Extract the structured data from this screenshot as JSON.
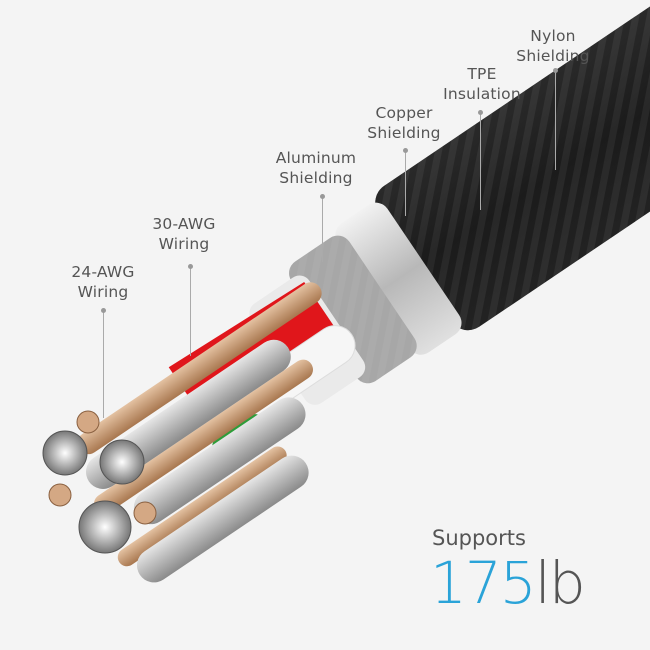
{
  "labels": [
    {
      "id": "nylon",
      "line1": "Nylon",
      "line2": "Shielding"
    },
    {
      "id": "tpe",
      "line1": "TPE",
      "line2": "Insulation"
    },
    {
      "id": "copper",
      "line1": "Copper",
      "line2": "Shielding"
    },
    {
      "id": "aluminum",
      "line1": "Aluminum",
      "line2": "Shielding"
    },
    {
      "id": "awg30",
      "line1": "30-AWG",
      "line2": "Wiring"
    },
    {
      "id": "awg24",
      "line1": "24-AWG",
      "line2": "Wiring"
    }
  ],
  "strength": {
    "caption": "Supports",
    "value": "175",
    "unit": "lb"
  },
  "colors": {
    "accent": "#2aa3d8",
    "text": "#555555",
    "nylon": "#1e1e1e",
    "red": "#e0161b",
    "copper": "#c89a74",
    "silver": "#c8c8c8"
  }
}
